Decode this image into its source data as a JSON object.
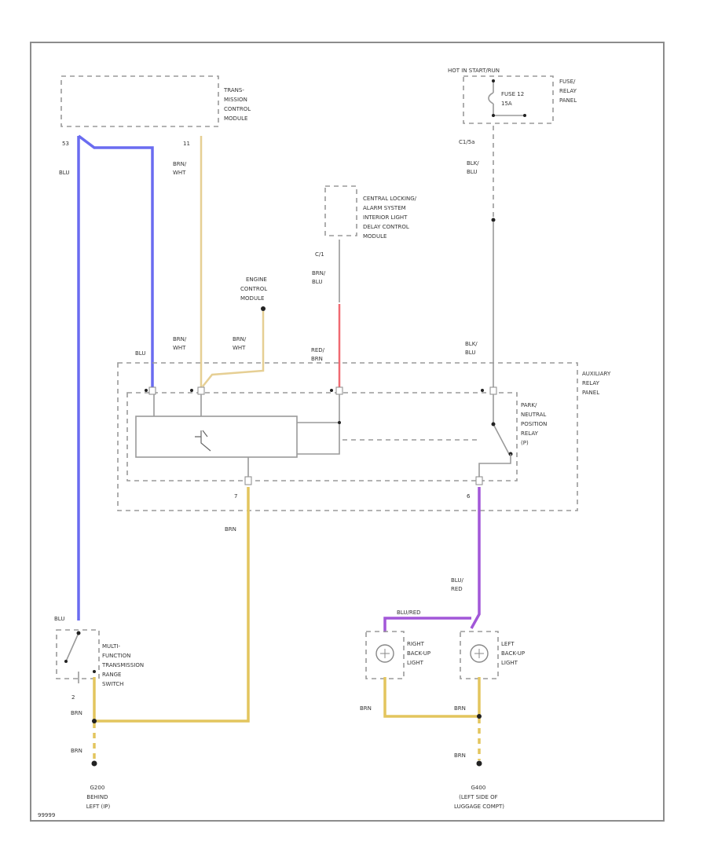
{
  "colors": {
    "blu": "#6a6cf0",
    "brn_wht": "#e6cf94",
    "brn": "#e3c55e",
    "red": "#f06a72",
    "blu_red": "#a257d8",
    "outline": "#9a9a9a"
  },
  "labels": {
    "tcm": [
      "TRANS-",
      "MISSION",
      "CONTROL",
      "MODULE"
    ],
    "tcm_pin_blu": "53",
    "tcm_pin_brnwht": "11",
    "blu_top": "BLU",
    "brnwht_top": [
      "BRN/",
      "WHT"
    ],
    "hot": "HOT IN START/RUN",
    "fuse": [
      "FUSE 12",
      "15A"
    ],
    "fuse_relay_panel": [
      "FUSE/",
      "RELAY",
      "PANEL"
    ],
    "c_fuse": "C1/5a",
    "blkblu_top": [
      "BLK/",
      "BLU"
    ],
    "central_locking": [
      "CENTRAL LOCKING/",
      "ALARM SYSTEM",
      "INTERIOR LIGHT",
      "DELAY CONTROL",
      "MODULE"
    ],
    "central_pin": "C/1",
    "brnblu": [
      "BRN/",
      "BLU"
    ],
    "ecm": [
      "ENGINE",
      "CONTROL",
      "MODULE"
    ],
    "blu_mid": "BLU",
    "brnwht_mid1": [
      "BRN/",
      "WHT"
    ],
    "brnwht_mid2": [
      "BRN/",
      "WHT"
    ],
    "redbrn": [
      "RED/",
      "BRN"
    ],
    "blkblu_mid": [
      "BLK/",
      "BLU"
    ],
    "aux_panel": [
      "AUXILIARY",
      "RELAY",
      "PANEL"
    ],
    "pn_relay": [
      "PARK/",
      "NEUTRAL",
      "POSITION",
      "RELAY",
      "(P)"
    ],
    "pin_7": "7",
    "pin_6": "6",
    "brn_mid": "BRN",
    "blured": [
      "BLU/",
      "RED"
    ],
    "blured_small": "BLU/RED",
    "blu_bottom": "BLU",
    "mfs": [
      "MULTI-",
      "FUNCTION",
      "TRANSMISSION",
      "RANGE",
      "SWITCH"
    ],
    "mfs_pin": "2",
    "brn_a": "BRN",
    "brn_b": "BRN",
    "right_light": [
      "RIGHT",
      "BACK-UP",
      "LIGHT"
    ],
    "left_light": [
      "LEFT",
      "BACK-UP",
      "LIGHT"
    ],
    "brn_c": "BRN",
    "brn_d": "BRN",
    "brn_e": "BRN",
    "ground_left": [
      "G200",
      "BEHIND",
      "LEFT (IP)"
    ],
    "ground_right": [
      "G400",
      "(LEFT SIDE OF",
      "LUGGAGE COMPT)"
    ],
    "fig": "99999"
  }
}
